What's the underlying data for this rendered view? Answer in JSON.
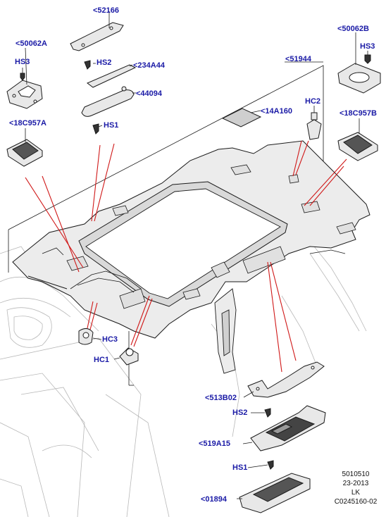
{
  "labels": {
    "p52166": "<52166",
    "p50062a": "<50062A",
    "hs3_left": "HS3",
    "hs2_top": "HS2",
    "p234a44": "<234A44",
    "p44094": "<44094",
    "hs1_top": "HS1",
    "p18c957a": "<18C957A",
    "p50062b": "<50062B",
    "hs3_right": "HS3",
    "p51944": "<51944",
    "p14a160": "<14A160",
    "hc2": "HC2",
    "p18c957b": "<18C957B",
    "hc3": "HC3",
    "hc1": "HC1",
    "p513b02": "<513B02",
    "hs2_bottom": "HS2",
    "p519a15": "<519A15",
    "hs1_bottom": "HS1",
    "p01894": "<01894"
  },
  "reference": {
    "line1": "5010510",
    "line2": "23-2013",
    "line3": "LK",
    "line4": "C0245160-02"
  },
  "colors": {
    "label_blue": "#1a1aa6",
    "leader_red": "#d01818",
    "line_black": "#1a1a1a"
  }
}
